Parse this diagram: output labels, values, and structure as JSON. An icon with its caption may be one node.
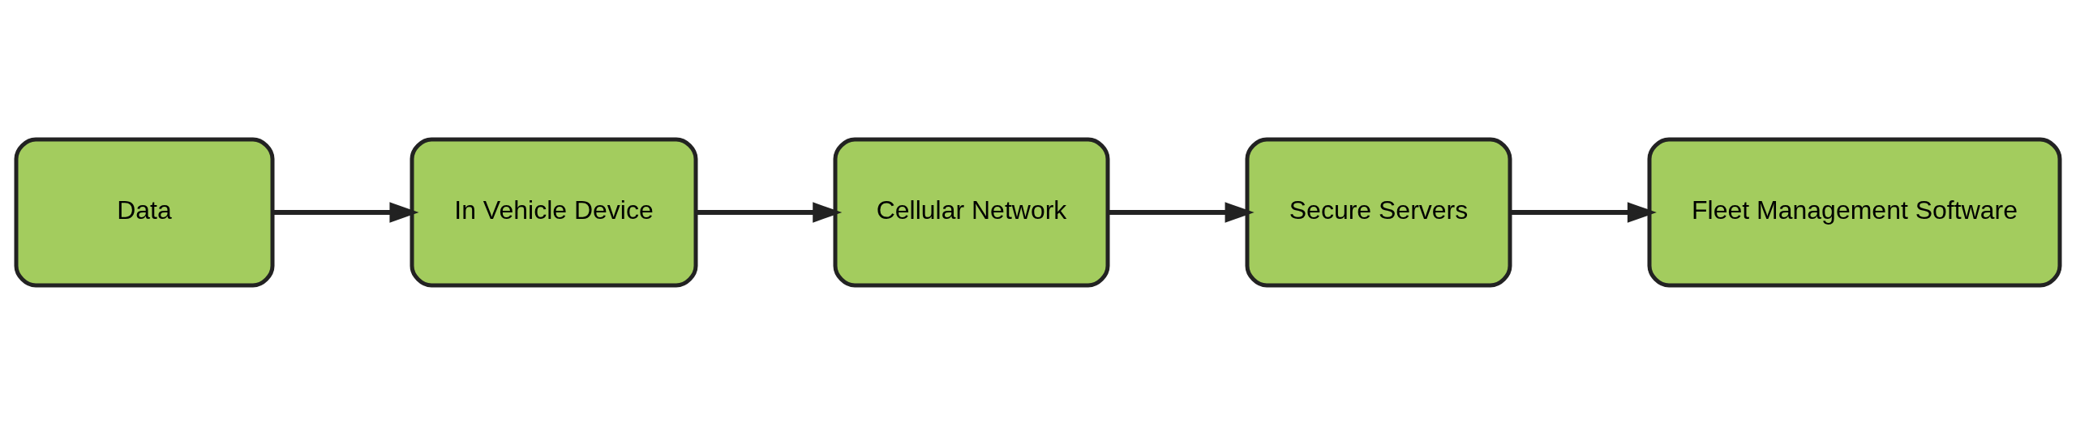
{
  "diagram": {
    "nodes": [
      {
        "text": [
          "Data"
        ]
      },
      {
        "text": [
          "In Vehicle Device"
        ]
      },
      {
        "text": [
          "Cellular Network"
        ]
      },
      {
        "text": [
          "Secure Servers"
        ]
      },
      {
        "text": [
          "Fleet Management Software"
        ]
      }
    ],
    "edges": [
      {
        "from": 0,
        "to": 1,
        "arrow": "to"
      },
      {
        "from": 1,
        "to": 2,
        "arrow": "to"
      },
      {
        "from": 2,
        "to": 3,
        "arrow": "to"
      },
      {
        "from": 3,
        "to": 4,
        "arrow": "to"
      }
    ]
  }
}
